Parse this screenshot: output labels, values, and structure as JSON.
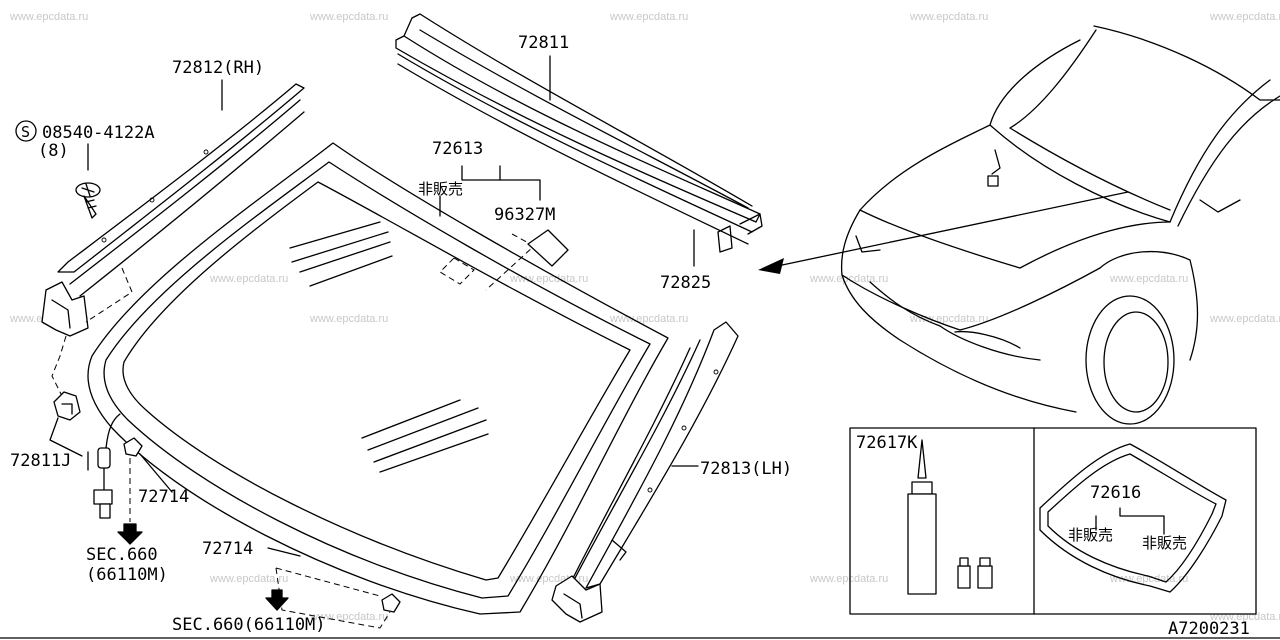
{
  "watermark": "www.epcdata.ru",
  "labels": {
    "rh_molding": "72812(RH)",
    "screw_code": "08540-4122A",
    "screw_qty": "(8)",
    "screw_symbol": "S",
    "upper_molding": "72811",
    "inner_molding": "72613",
    "not_for_sale_1": "非販売",
    "sensor_part": "96327M",
    "seal": "72825",
    "side_clip": "72811J",
    "fastener_1": "72714",
    "sec_ref_1": "SEC.660",
    "sec_ref_1_code": "(66110M)",
    "fastener_2": "72714",
    "sec_ref_2": "SEC.660(66110M)",
    "lh_molding": "72813(LH)",
    "adhesive_kit": "72617K",
    "dam_rubber": "72616",
    "not_for_sale_2": "非販売",
    "not_for_sale_3": "非販売",
    "diagram_id": "A7200231"
  }
}
